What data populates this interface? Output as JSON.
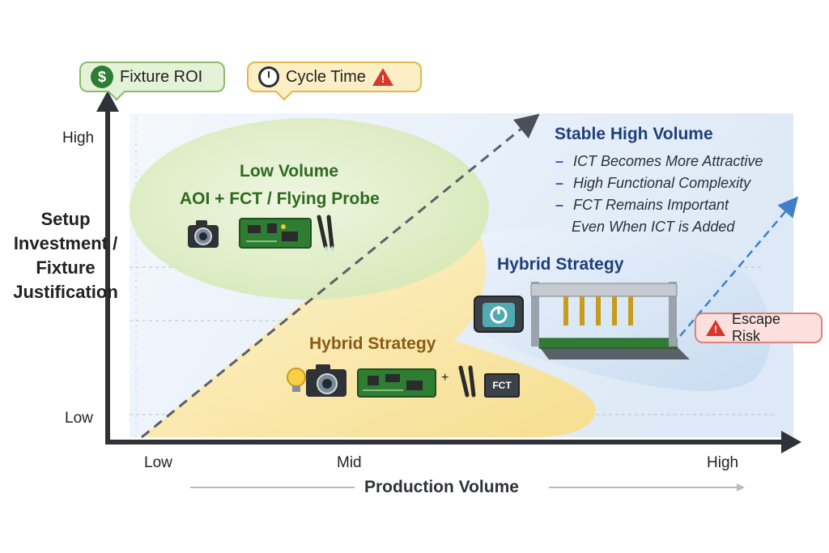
{
  "indicators": {
    "fixture_roi": {
      "label": "Fixture ROI",
      "icon": "dollar-coin-icon",
      "color": "#e4f2d8"
    },
    "cycle_time": {
      "label": "Cycle Time",
      "icon": "clock-icon",
      "warning_icon": "warning-icon",
      "color": "#fcefc6"
    }
  },
  "y_axis": {
    "title_lines": [
      "Setup",
      "Investment /",
      "Fixture",
      "Justification"
    ],
    "high": "High",
    "low": "Low"
  },
  "x_axis": {
    "title": "Production Volume",
    "ticks": [
      "Low",
      "Mid",
      "High"
    ]
  },
  "zones": {
    "low_volume": {
      "title": "Low Volume",
      "subtitle": "AOI + FCT / Flying Probe",
      "color": "#dcedc4",
      "icons": [
        "camera-icon",
        "pcb-board-icon",
        "probe-icon"
      ]
    },
    "hybrid_low": {
      "title": "Hybrid Strategy",
      "color": "#fbe8a6",
      "plus": "+",
      "fct_label": "FCT",
      "icons": [
        "light-bulb-icon",
        "camera-icon",
        "pcb-board-icon",
        "probe-icon",
        "fct-box-icon"
      ]
    },
    "hybrid_high": {
      "title": "Hybrid Strategy",
      "color": "#d6e6f6",
      "icons": [
        "power-tester-icon",
        "bed-of-nails-fixture-icon"
      ]
    },
    "stable_high": {
      "title": "Stable High Volume",
      "bullets": [
        [
          "ICT Becomes More Attractive"
        ],
        [
          "High Functional Complexity"
        ],
        [
          "FCT Remains Important",
          "Even When ICT is Added"
        ]
      ]
    }
  },
  "escape_risk": {
    "label": "Escape Risk",
    "icon": "warning-icon",
    "color": "#fbe0de"
  },
  "colors": {
    "axis": "#2f3338",
    "low_title": "#2f6a1f",
    "hybrid_low_title": "#8a5a16",
    "blue_title": "#1f3f7a",
    "arrow_blue": "#3f7fc8"
  }
}
